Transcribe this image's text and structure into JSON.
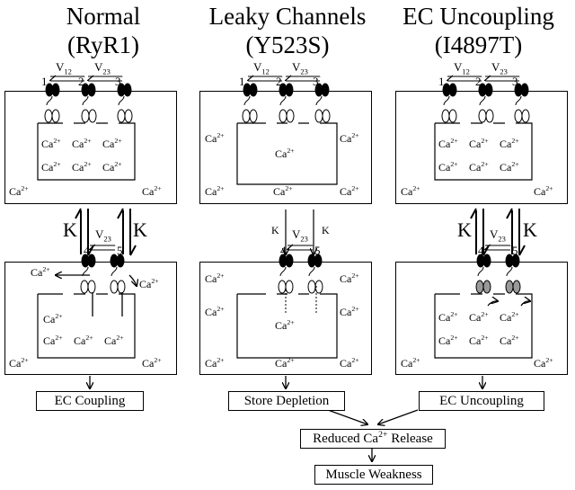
{
  "titles": [
    {
      "name": "Normal",
      "variant": "(RyR1)"
    },
    {
      "name": "Leaky Channels",
      "variant": "(Y523S)"
    },
    {
      "name": "EC Uncoupling",
      "variant": "(I4897T)"
    }
  ],
  "ion": {
    "base": "Ca",
    "charge": "2+"
  },
  "states": {
    "s1": "1",
    "s2": "2",
    "s3": "3",
    "s4": "4",
    "s5": "5"
  },
  "rates": {
    "v12_base": "V",
    "v12_sub": "12",
    "v23_base": "V",
    "v23_sub": "23",
    "k": "K"
  },
  "outcomes": {
    "normal": "EC Coupling",
    "leaky": "Store Depletion",
    "uncoupling": "EC Uncoupling",
    "release_pre": "Reduced Ca",
    "release_sup": "2+",
    "release_post": " Release",
    "weakness": "Muscle Weakness"
  },
  "colors": {
    "line": "#000000",
    "mutant_gray": "#999999"
  }
}
